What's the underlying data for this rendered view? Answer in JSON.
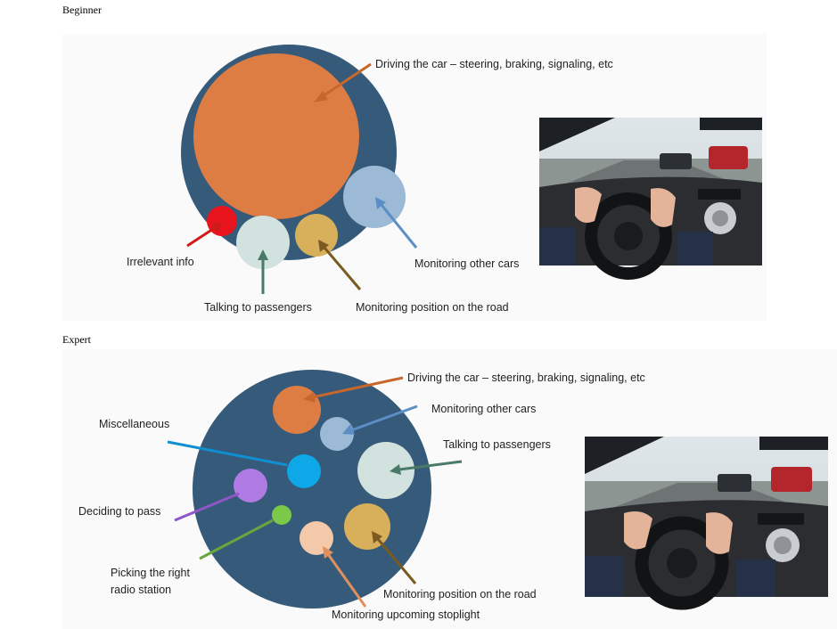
{
  "beginner": {
    "heading": "Beginner",
    "labels": {
      "driving": "Driving the car – steering, braking, signaling, etc",
      "irrelevant": "Irrelevant info",
      "other_cars": "Monitoring other cars",
      "passengers": "Talking to passengers",
      "position": "Monitoring position on the road"
    },
    "colors": {
      "big_circle": "#365b7a",
      "driving": "#dd7d44",
      "other_cars": "#9cbad6",
      "irrelevant": "#e8141d",
      "passengers": "#d2e2df",
      "position": "#d8af5a"
    },
    "photo": "driver-pov-highway-photo"
  },
  "expert": {
    "heading": "Expert",
    "labels": {
      "driving": "Driving the car – steering, braking, signaling, etc",
      "other_cars": "Monitoring other cars",
      "passengers": "Talking to passengers",
      "misc": "Miscellaneous",
      "pass": "Deciding to pass",
      "radio_1": "Picking the right",
      "radio_2": "radio station",
      "position": "Monitoring position on the road",
      "stoplight": "Monitoring upcoming stoplight"
    },
    "colors": {
      "big_circle": "#365b7a",
      "driving": "#dd7d44",
      "other_cars": "#9cbad6",
      "passengers": "#d2e2df",
      "misc": "#0ea7e8",
      "pass": "#b07ae3",
      "radio": "#7cc94a",
      "position": "#d8af5a",
      "stoplight": "#f3c9aa"
    },
    "photo": "driver-pov-highway-photo"
  }
}
